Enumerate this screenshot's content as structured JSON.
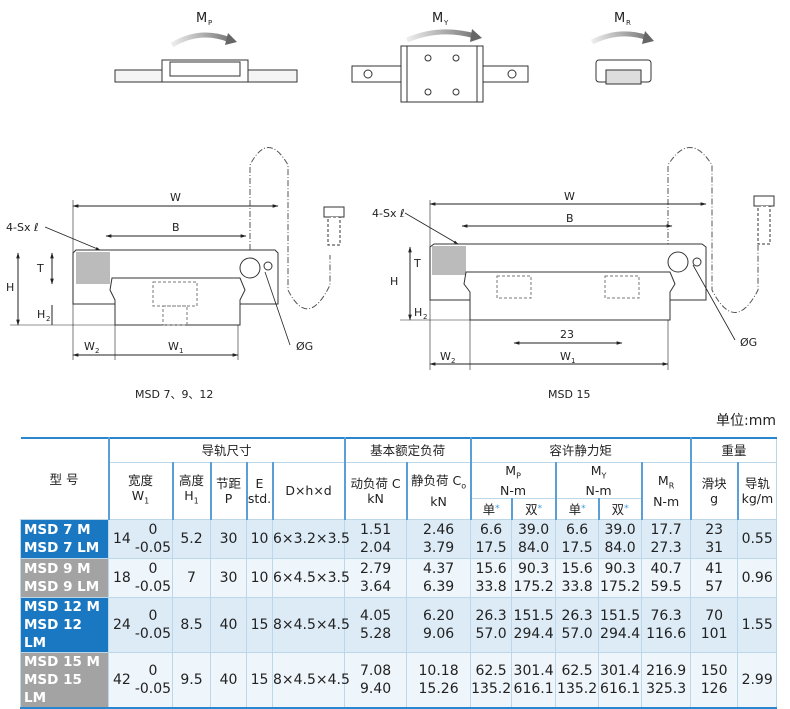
{
  "diagrams": {
    "moment_labels": {
      "mp": "M",
      "mp_sub": "P",
      "my": "M",
      "my_sub": "Y",
      "mr": "M",
      "mr_sub": "R"
    },
    "left": {
      "caption": "MSD 7、9、12",
      "W": "W",
      "B": "B",
      "screw": "4-Sx ℓ",
      "T": "T",
      "H": "H",
      "H2": "H",
      "H2_sub": "2",
      "W2": "W",
      "W2_sub": "2",
      "W1": "W",
      "W1_sub": "1",
      "G": "ØG"
    },
    "right": {
      "caption": "MSD 15",
      "W": "W",
      "B": "B",
      "screw": "4-Sx ℓ",
      "T": "T",
      "H": "H",
      "H2": "H",
      "H2_sub": "2",
      "W2": "W",
      "W2_sub": "2",
      "W1": "W",
      "W1_sub": "1",
      "G": "ØG",
      "dim23": "23"
    }
  },
  "unit": "单位:mm",
  "table": {
    "h_model": "型 号",
    "h_rail": "导轨尺寸",
    "h_load": "基本额定负荷",
    "h_moment": "容许静力矩",
    "h_weight": "重量",
    "h_w1": "宽度",
    "h_w1u": "W",
    "h_w1s": "1",
    "h_h1": "高度",
    "h_h1u": "H",
    "h_h1s": "1",
    "h_p": "节距",
    "h_pu": "P",
    "h_e": "E",
    "h_eu": "std.",
    "h_d": "D×h×d",
    "h_c": "动负荷 C",
    "h_cu": "kN",
    "h_c0": "静负荷 C",
    "h_c0s": "o",
    "h_c0u": "kN",
    "h_mp": "M",
    "h_mps": "P",
    "h_mpu": "N-m",
    "h_my": "M",
    "h_mys": "Y",
    "h_myu": "N-m",
    "h_mr": "M",
    "h_mrs": "R",
    "h_mru": "N-m",
    "h_single": "单",
    "h_double": "双",
    "star": "*",
    "h_block": "滑块",
    "h_blocku": "g",
    "h_railw": "导轨",
    "h_railwu": "kg/m",
    "rows": [
      {
        "m1": "MSD 7 M",
        "m2": "MSD 7 LM",
        "w1": "14",
        "tol1": "0",
        "tol2": "-0.05",
        "h1": "5.2",
        "p": "30",
        "e": "10",
        "d": "6×3.2×3.5",
        "c": [
          "1.51",
          "2.04"
        ],
        "c0": [
          "2.46",
          "3.79"
        ],
        "mps": [
          "6.6",
          "17.5"
        ],
        "mpd": [
          "39.0",
          "84.0"
        ],
        "mys": [
          "6.6",
          "17.5"
        ],
        "myd": [
          "39.0",
          "84.0"
        ],
        "mr": [
          "17.7",
          "27.3"
        ],
        "g": [
          "23",
          "31"
        ],
        "rail": "0.55"
      },
      {
        "m1": "MSD 9 M",
        "m2": "MSD 9 LM",
        "w1": "18",
        "tol1": "0",
        "tol2": "-0.05",
        "h1": "7",
        "p": "30",
        "e": "10",
        "d": "6×4.5×3.5",
        "c": [
          "2.79",
          "3.64"
        ],
        "c0": [
          "4.37",
          "6.39"
        ],
        "mps": [
          "15.6",
          "33.8"
        ],
        "mpd": [
          "90.3",
          "175.2"
        ],
        "mys": [
          "15.6",
          "33.8"
        ],
        "myd": [
          "90.3",
          "175.2"
        ],
        "mr": [
          "40.7",
          "59.5"
        ],
        "g": [
          "41",
          "57"
        ],
        "rail": "0.96"
      },
      {
        "m1": "MSD 12 M",
        "m2": "MSD 12 LM",
        "w1": "24",
        "tol1": "0",
        "tol2": "-0.05",
        "h1": "8.5",
        "p": "40",
        "e": "15",
        "d": "8×4.5×4.5",
        "c": [
          "4.05",
          "5.28"
        ],
        "c0": [
          "6.20",
          "9.06"
        ],
        "mps": [
          "26.3",
          "57.0"
        ],
        "mpd": [
          "151.5",
          "294.4"
        ],
        "mys": [
          "26.3",
          "57.0"
        ],
        "myd": [
          "151.5",
          "294.4"
        ],
        "mr": [
          "76.3",
          "116.6"
        ],
        "g": [
          "70",
          "101"
        ],
        "rail": "1.55"
      },
      {
        "m1": "MSD 15 M",
        "m2": "MSD 15 LM",
        "w1": "42",
        "tol1": "0",
        "tol2": "-0.05",
        "h1": "9.5",
        "p": "40",
        "e": "15",
        "d": "8×4.5×4.5",
        "c": [
          "7.08",
          "9.40"
        ],
        "c0": [
          "10.18",
          "15.26"
        ],
        "mps": [
          "62.5",
          "135.2"
        ],
        "mpd": [
          "301.4",
          "616.1"
        ],
        "mys": [
          "62.5",
          "135.2"
        ],
        "myd": [
          "301.4",
          "616.1"
        ],
        "mr": [
          "216.9",
          "325.3"
        ],
        "g": [
          "150",
          "126"
        ],
        "rail": "2.99"
      }
    ]
  }
}
